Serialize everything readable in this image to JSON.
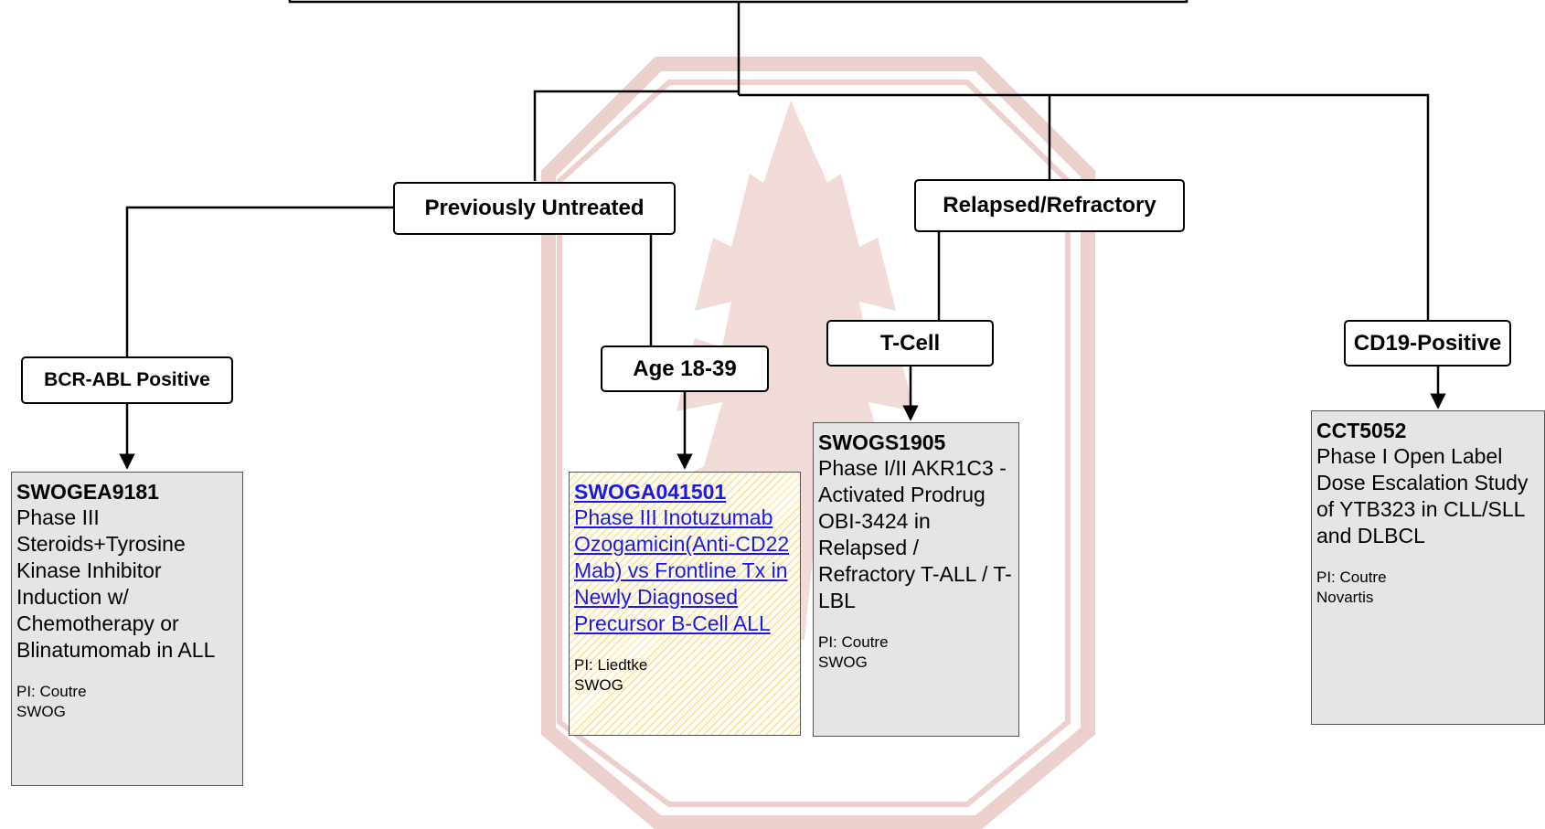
{
  "colors": {
    "card_bg": "#e5e5e5",
    "link": "#1a1ae6",
    "hatch": "#f5d98a",
    "watermark": "#e9c9c6"
  },
  "watermark": {
    "icon": "stanford-tree-logo"
  },
  "categories": {
    "previously_untreated": "Previously Untreated",
    "relapsed_refractory": "Relapsed/Refractory"
  },
  "subcategories": {
    "bcr_abl": "BCR-ABL Positive",
    "age": "Age 18-39",
    "tcell": "T-Cell",
    "cd19": "CD19-Positive"
  },
  "trials": {
    "swogea9181": {
      "code": "SWOGEA9181",
      "desc": "Phase III Steroids+Tyrosine Kinase Inhibitor Induction w/ Chemotherapy or Blinatumomab in ALL",
      "pi": "PI: Coutre",
      "org": "SWOG"
    },
    "swoga041501": {
      "code": "SWOGA041501",
      "desc": "Phase III Inotuzumab Ozogamicin(Anti-CD22 Mab) vs Frontline Tx in Newly Diagnosed Precursor B-Cell ALL",
      "pi": "PI: Liedtke",
      "org": "SWOG"
    },
    "swogs1905": {
      "code": "SWOGS1905",
      "desc": "Phase I/II AKR1C3 - Activated Prodrug OBI-3424 in Relapsed / Refractory T-ALL / T-LBL",
      "pi": "PI: Coutre",
      "org": "SWOG"
    },
    "cct5052": {
      "code": "CCT5052",
      "desc": "Phase I Open Label Dose Escalation Study of YTB323 in CLL/SLL and DLBCL",
      "pi": "PI: Coutre",
      "org": "Novartis"
    }
  }
}
